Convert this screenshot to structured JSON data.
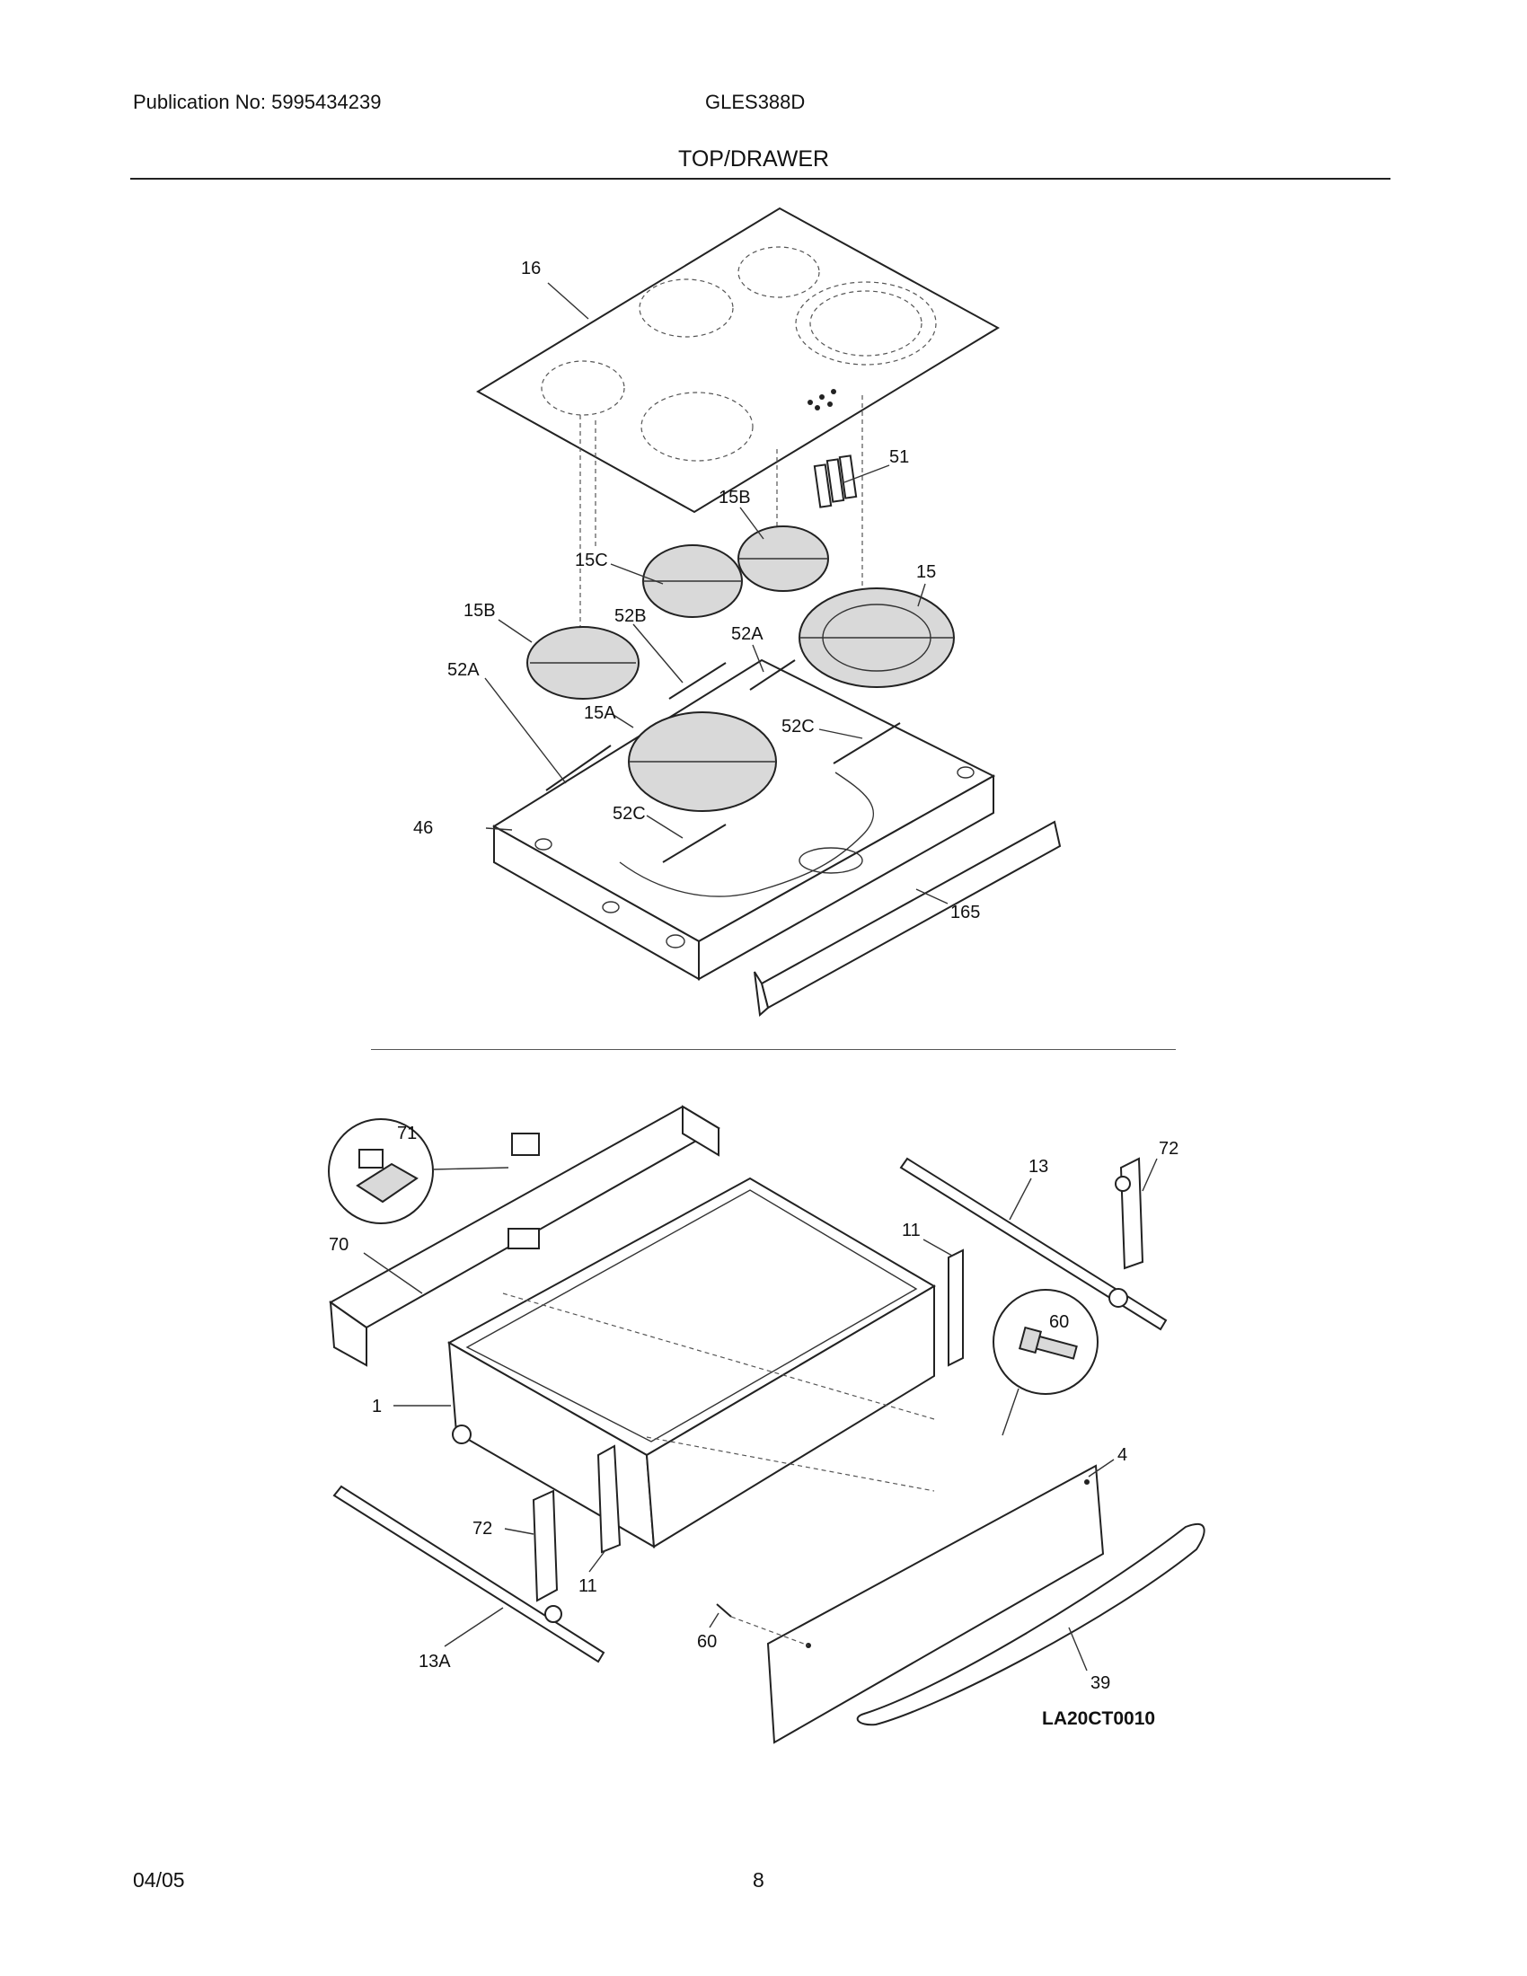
{
  "header": {
    "publication": "Publication No: 5995434239",
    "model": "GLES388D",
    "section": "TOP/DRAWER"
  },
  "top_callouts": [
    "16",
    "51",
    "15B",
    "15C",
    "15",
    "15B",
    "52B",
    "52A",
    "52A",
    "15A",
    "52C",
    "46",
    "52C",
    "165"
  ],
  "drawer_callouts": [
    "71",
    "72",
    "13",
    "70",
    "11",
    "60",
    "1",
    "4",
    "72",
    "11",
    "60",
    "13A",
    "39"
  ],
  "diagram_code": "LA20CT0010",
  "footer": {
    "date": "04/05",
    "page": "8"
  }
}
